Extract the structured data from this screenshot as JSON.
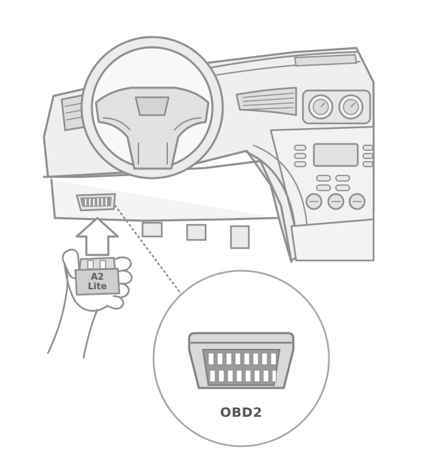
{
  "device": {
    "label_line1": "A2",
    "label_line2": "Lite"
  },
  "connector": {
    "label": "OBD2"
  },
  "colors": {
    "outline": "#8f8f8f",
    "fill_light": "#eeeeee",
    "fill_mid": "#d9d9d9",
    "fill_dark": "#9a9a9a",
    "label_text": "#555555"
  },
  "icons": [
    "steering-wheel-icon",
    "dashboard-icon",
    "gauge-cluster-icon",
    "obd-port-icon",
    "insert-arrow-icon",
    "hand-icon",
    "obd-connector-icon"
  ]
}
